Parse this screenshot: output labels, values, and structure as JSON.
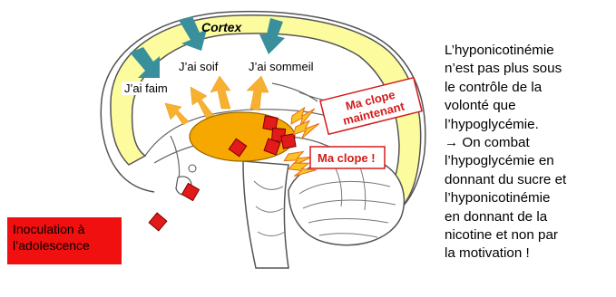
{
  "diagram": {
    "cortex_label": "Cortex",
    "needs": [
      "J’ai faim",
      "J’ai soif",
      "J’ai sommeil"
    ],
    "callout_maintenant": "Ma clope maintenant",
    "callout_clope": "Ma clope !",
    "inoculation": "Inoculation à l’adolescence"
  },
  "side_text": {
    "lines": [
      "L’hyponicotinémie",
      "n’est pas plus sous",
      "le contrôle de la",
      "volonté que",
      "l’hypoglycémie.",
      "→ On combat",
      "l’hypoglycémie en",
      "donnant du sucre et",
      "l’hyponicotinémie",
      "en donnant de la",
      "nicotine et non par",
      "la motivation !"
    ]
  },
  "colors": {
    "cortex_fill": "#fcfc9f",
    "center_fill": "#f6a800",
    "arrow_blue": "#3a8f9c",
    "arrow_orange": "#f7b030",
    "marker_red": "#e21a1a",
    "callout_red": "#d41a1a",
    "inoculation_bg": "#f01010"
  },
  "icons": [
    "down-arrow-icon",
    "up-arrow-icon",
    "lightning-icon",
    "nicotine-marker-icon"
  ]
}
